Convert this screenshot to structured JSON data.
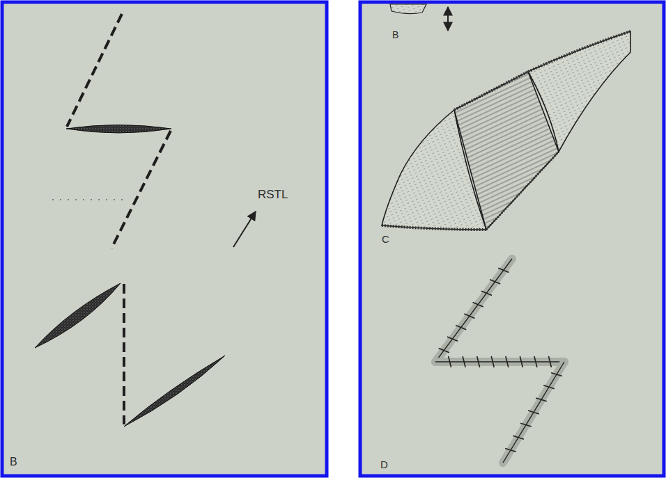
{
  "diagram": {
    "labels": [
      "RSTL",
      "B",
      "B",
      "C",
      "D"
    ]
  }
}
